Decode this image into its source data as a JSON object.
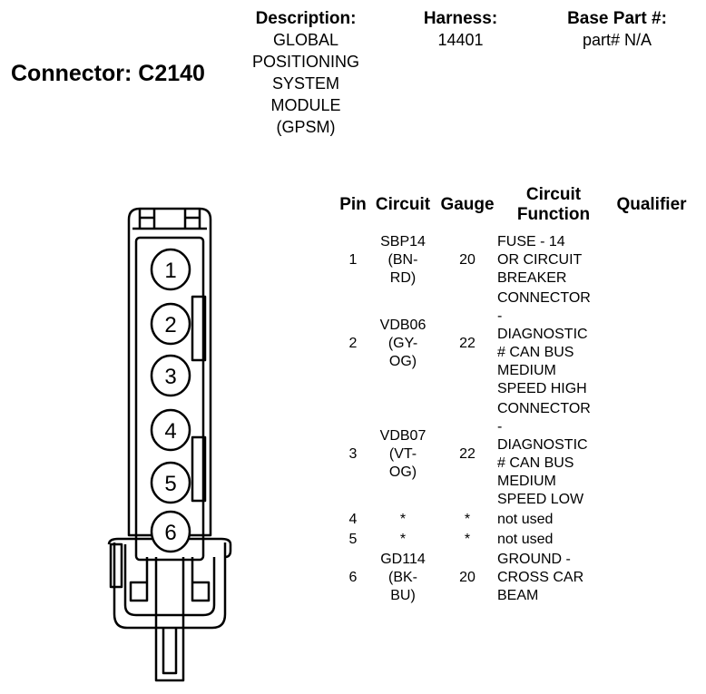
{
  "connector_title": "Connector: C2140",
  "description": {
    "label": "Description:",
    "value": "GLOBAL\nPOSITIONING\nSYSTEM\nMODULE\n(GPSM)"
  },
  "harness": {
    "label": "Harness:",
    "value": "14401"
  },
  "base_part": {
    "label": "Base Part #:",
    "value": "part# N/A"
  },
  "connector_pin_labels": [
    "1",
    "2",
    "3",
    "4",
    "5",
    "6"
  ],
  "table": {
    "headers": {
      "pin": "Pin",
      "circuit": "Circuit",
      "gauge": "Gauge",
      "function": "Circuit\nFunction",
      "qualifier": "Qualifier"
    },
    "rows": [
      {
        "pin": "1",
        "circuit": "SBP14\n(BN-\nRD)",
        "gauge": "20",
        "function": "FUSE - 14\nOR CIRCUIT\nBREAKER",
        "qualifier": ""
      },
      {
        "pin": "2",
        "circuit": "VDB06\n(GY-\nOG)",
        "gauge": "22",
        "function": "CONNECTOR\n-\nDIAGNOSTIC\n# CAN BUS\nMEDIUM\nSPEED HIGH",
        "qualifier": ""
      },
      {
        "pin": "3",
        "circuit": "VDB07\n(VT-\nOG)",
        "gauge": "22",
        "function": "CONNECTOR\n-\nDIAGNOSTIC\n# CAN BUS\nMEDIUM\nSPEED LOW",
        "qualifier": ""
      },
      {
        "pin": "4",
        "circuit": "*",
        "gauge": "*",
        "function": "not used",
        "qualifier": ""
      },
      {
        "pin": "5",
        "circuit": "*",
        "gauge": "*",
        "function": "not used",
        "qualifier": ""
      },
      {
        "pin": "6",
        "circuit": "GD114\n(BK-\nBU)",
        "gauge": "20",
        "function": "GROUND -\nCROSS CAR\nBEAM",
        "qualifier": ""
      }
    ]
  }
}
